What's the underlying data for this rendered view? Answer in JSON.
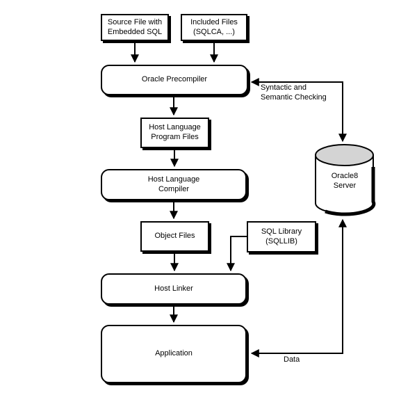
{
  "diagram": {
    "nodes": {
      "source_file": {
        "label": "Source File with\nEmbedded SQL"
      },
      "included_files": {
        "label": "Included Files\n(SQLCA, ...)"
      },
      "oracle_precompiler": {
        "label": "Oracle Precompiler"
      },
      "host_language_program_files": {
        "label": "Host Language\nProgram Files"
      },
      "host_language_compiler": {
        "label": "Host Language\nCompiler"
      },
      "object_files": {
        "label": "Object Files"
      },
      "sql_library": {
        "label": "SQL Library\n(SQLLIB)"
      },
      "host_linker": {
        "label": "Host Linker"
      },
      "application": {
        "label": "Application"
      },
      "oracle8_server": {
        "label": "Oracle8\nServer"
      }
    },
    "edge_labels": {
      "syntactic_semantic_checking": "Syntactic and\nSemantic Checking",
      "data": "Data"
    },
    "colors": {
      "stroke": "#000000",
      "node_fill": "#ffffff",
      "cylinder_top_fill": "#d4d4d4",
      "background": "#ffffff"
    }
  }
}
